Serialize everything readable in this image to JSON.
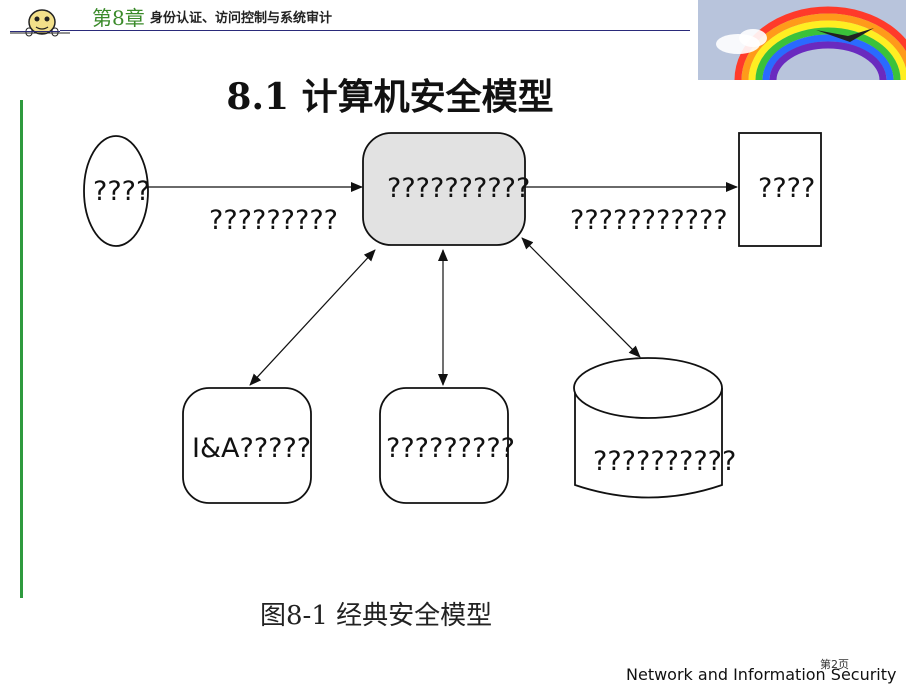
{
  "header": {
    "chapter": "第8章",
    "subtitle": "身份认证、访问控制与系统审计"
  },
  "title": "8.1  计算机安全模型",
  "diagram": {
    "source_label": "????",
    "source_arrow_label": "?????????",
    "center_label": "??????????",
    "target_arrow_label": "???????????",
    "target_label": "????",
    "ia_label": "I&A?????",
    "mid_label": "?????????",
    "db_label": "??????????"
  },
  "caption": "图8-1  经典安全模型",
  "footer": "Network and Information Security",
  "page_number": "第2页"
}
